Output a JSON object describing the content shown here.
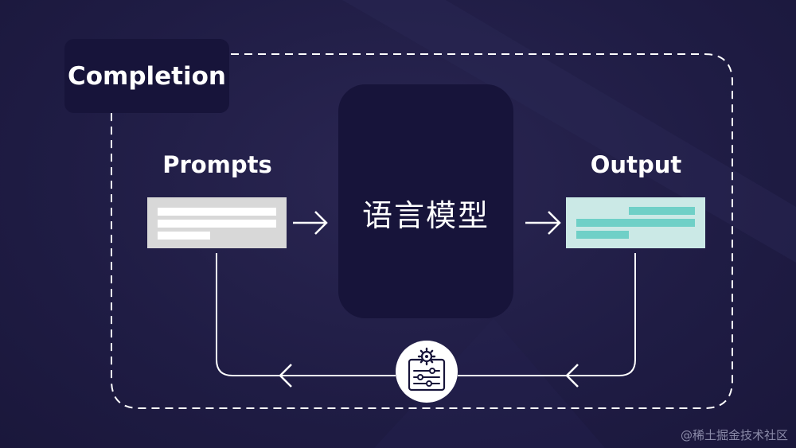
{
  "diagram": {
    "completion_label": "Completion",
    "prompts_label": "Prompts",
    "output_label": "Output",
    "model_label": "语言模型",
    "tuning_icon": "settings-sliders-icon"
  },
  "watermark": "@稀土掘金技术社区",
  "colors": {
    "background": "#1f1c44",
    "box_fill": "#17143a",
    "prompt_card": "#d8d8d8",
    "output_card": "#cbe9e6",
    "output_bar": "#6fd0c7",
    "line": "#ffffff"
  }
}
